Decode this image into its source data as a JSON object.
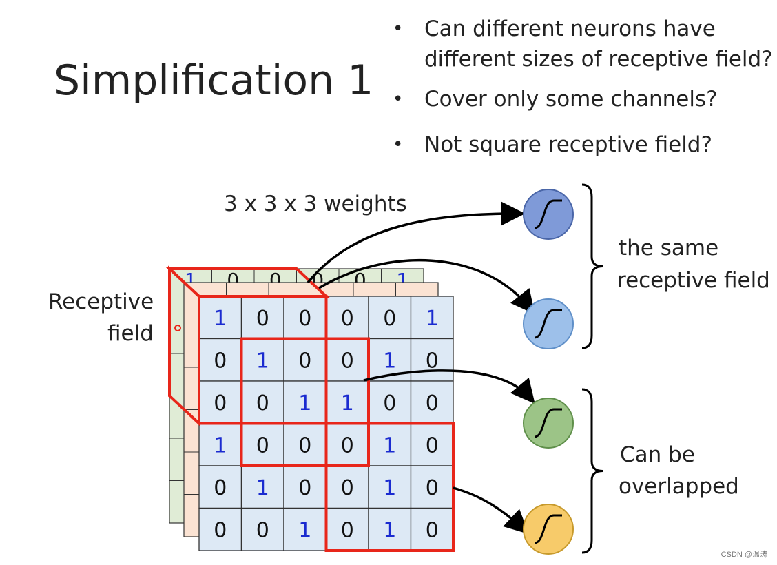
{
  "title": "Simplification 1",
  "bullets": [
    {
      "lines": [
        "Can different neurons have",
        "different sizes of receptive field?"
      ]
    },
    {
      "lines": [
        "Cover only some channels?"
      ]
    },
    {
      "lines": [
        "Not square receptive field?"
      ]
    }
  ],
  "labels": {
    "weights": "3 x 3 x 3 weights",
    "receptive_field_line1": "Receptive",
    "receptive_field_line2": "field",
    "same_field_line1": "the same",
    "same_field_line2": "receptive field",
    "overlap_line1": "Can be",
    "overlap_line2": "overlapped"
  },
  "grid": [
    [
      1,
      0,
      0,
      0,
      0,
      1
    ],
    [
      0,
      1,
      0,
      0,
      1,
      0
    ],
    [
      0,
      0,
      1,
      1,
      0,
      0
    ],
    [
      1,
      0,
      0,
      0,
      1,
      0
    ],
    [
      0,
      1,
      0,
      0,
      1,
      0
    ],
    [
      0,
      0,
      1,
      0,
      1,
      0
    ]
  ],
  "back_layer_top_digits": [
    "1",
    "0",
    "0",
    "0",
    "0",
    "1"
  ],
  "neurons": [
    {
      "name": "neuron-1",
      "color": "#7f9ad8",
      "stroke": "#4a66a8"
    },
    {
      "name": "neuron-2",
      "color": "#9dc0ea",
      "stroke": "#5f8fc8"
    },
    {
      "name": "neuron-3",
      "color": "#9cc487",
      "stroke": "#5f8f4a"
    },
    {
      "name": "neuron-4",
      "color": "#f7cb6a",
      "stroke": "#c79a2c"
    }
  ],
  "colors": {
    "front_cell": "#dde9f5",
    "middle_layer": "#fbe3d3",
    "back_layer": "#e0ecd6",
    "grid_line": "#333333",
    "one_digit": "#1a2bd0",
    "zero_digit": "#111111",
    "receptive_box": "#e8261a"
  },
  "watermark": "CSDN @温涛"
}
